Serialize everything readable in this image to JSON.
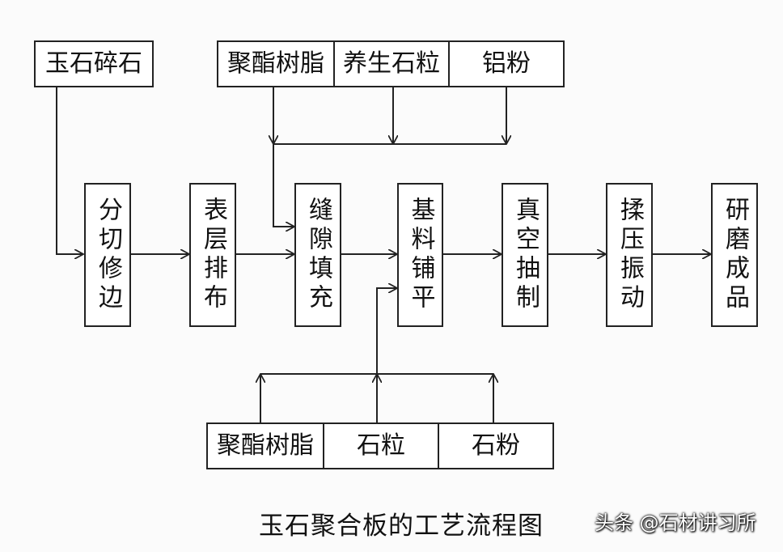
{
  "colors": {
    "line": "#222222",
    "box_border": "#222222",
    "background": "#fbfbfb"
  },
  "inputs": {
    "jade": "玉石碎石",
    "top_group": [
      "聚酯树脂",
      "养生石粒",
      "铝粉"
    ],
    "bottom_group": [
      "聚酯树脂",
      "石粒",
      "石粉"
    ]
  },
  "steps": [
    "分切修边",
    "表层排布",
    "缝隙填充",
    "基料铺平",
    "真空抽制",
    "揉压振动",
    "研磨成品"
  ],
  "caption": "玉石聚合板的工艺流程图",
  "watermark": "头条 @石材讲习所"
}
